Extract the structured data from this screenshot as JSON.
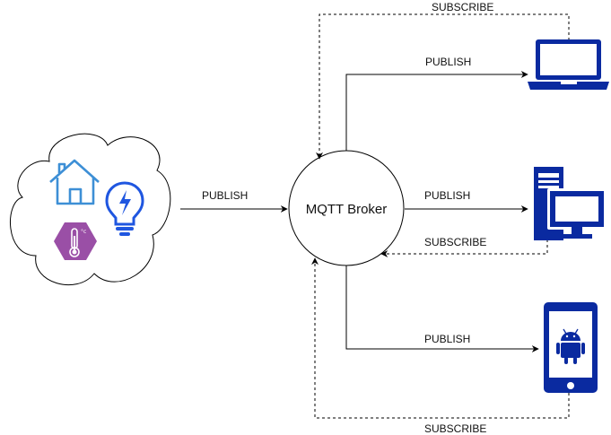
{
  "broker": {
    "label": "MQTT Broker"
  },
  "edges": {
    "sensors_publish": "PUBLISH",
    "laptop_subscribe": "SUBSCRIBE",
    "laptop_publish": "PUBLISH",
    "desktop_publish": "PUBLISH",
    "desktop_subscribe": "SUBSCRIBE",
    "phone_publish": "PUBLISH",
    "phone_subscribe": "SUBSCRIBE"
  },
  "icons": {
    "cloud": "cloud-icon",
    "home": "home-icon",
    "bulb": "lightbulb-icon",
    "thermo": "thermometer-icon",
    "laptop": "laptop-icon",
    "desktop": "desktop-computer-icon",
    "phone": "android-phone-icon"
  },
  "colors": {
    "device_blue": "#0a2aa0",
    "home_blue": "#3d8fd6",
    "bulb_blue": "#1f56e0",
    "thermo_purple": "#9a4fa6"
  }
}
